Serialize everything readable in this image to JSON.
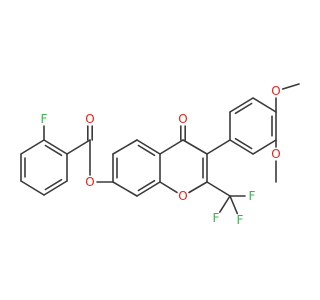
{
  "molecule": {
    "colors": {
      "bond": "#3a3a3a",
      "O": "#e8241c",
      "F": "#34b94a",
      "background": "#ffffff"
    },
    "atom_labels": [
      {
        "id": "O-carbonyl-ketone",
        "element": "O",
        "text": "O"
      },
      {
        "id": "O-methoxy-upper",
        "element": "O",
        "text": "O"
      },
      {
        "id": "O-methoxy-lower",
        "element": "O",
        "text": "O"
      },
      {
        "id": "O-ester-carbonyl",
        "element": "O",
        "text": "O"
      },
      {
        "id": "O-ester-link",
        "element": "O",
        "text": "O"
      },
      {
        "id": "O-pyran-ring",
        "element": "O",
        "text": "O"
      },
      {
        "id": "F-aryl",
        "element": "F",
        "text": "F"
      },
      {
        "id": "F-cf3-left",
        "element": "F",
        "text": "F"
      },
      {
        "id": "F-cf3-right",
        "element": "F",
        "text": "F"
      },
      {
        "id": "F-cf3-bottom",
        "element": "F",
        "text": "F"
      }
    ]
  }
}
